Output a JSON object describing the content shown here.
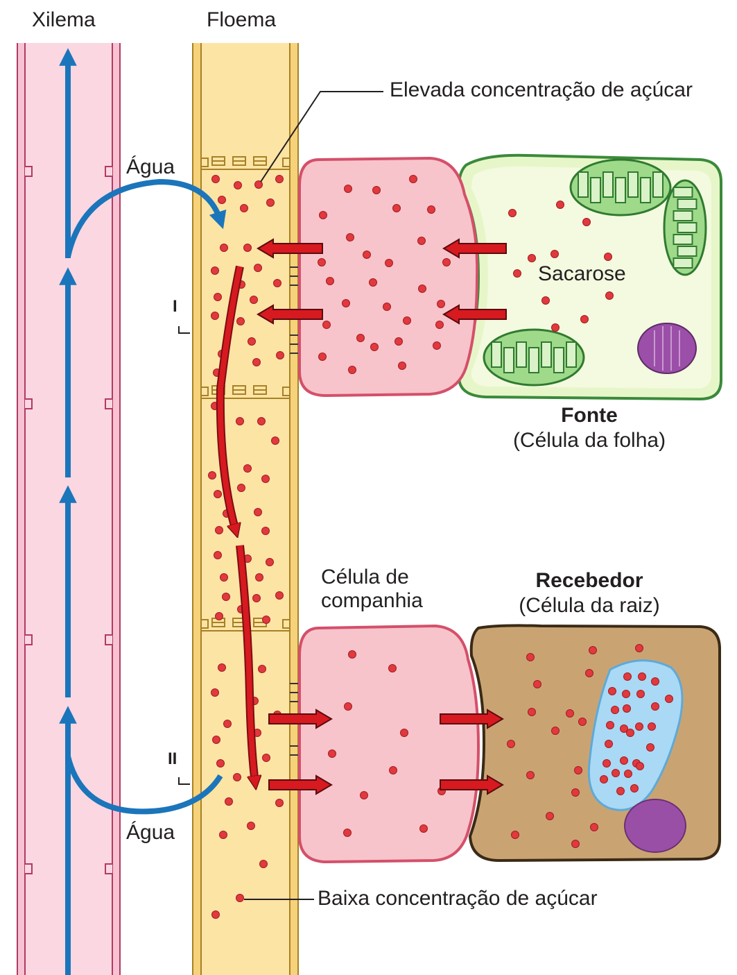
{
  "labels": {
    "xylem": "Xilema",
    "phloem": "Floema",
    "high_sugar": "Elevada concentração de açúcar",
    "water_top": "Água",
    "water_bottom": "Água",
    "marker_one": "I",
    "marker_two": "II",
    "sucrose": "Sacarose",
    "source_title": "Fonte",
    "source_subtitle": "(Célula da folha)",
    "companion_cell_line1": "Célula de",
    "companion_cell_line2": "companhia",
    "sink_title": "Recebedor",
    "sink_subtitle": "(Célula da raiz)",
    "low_sugar": "Baixa concentração de açúcar"
  },
  "colors": {
    "xylem_wall": "#f5b8c8",
    "xylem_stroke": "#c23b6d",
    "water_arrow": "#1b75bb",
    "phloem_fill": "#fce29a",
    "phloem_stroke": "#b8922e",
    "sugar_dot": "#e0393e",
    "sugar_flow_arrow": "#d71920",
    "companion_cell": "#f8c6cc",
    "leaf_cell": "#e6f5c8",
    "leaf_cell_stroke": "#3a8a3a",
    "chloroplast": "#6cbf5a",
    "root_cell": "#c9a671",
    "vacuole": "#9fd3f2",
    "nucleus": "#9b4fa8"
  },
  "icons": [
    "chloroplast-icon",
    "nucleus-icon",
    "vacuole-icon",
    "water-arrow-icon",
    "sugar-flow-arrow-icon"
  ]
}
